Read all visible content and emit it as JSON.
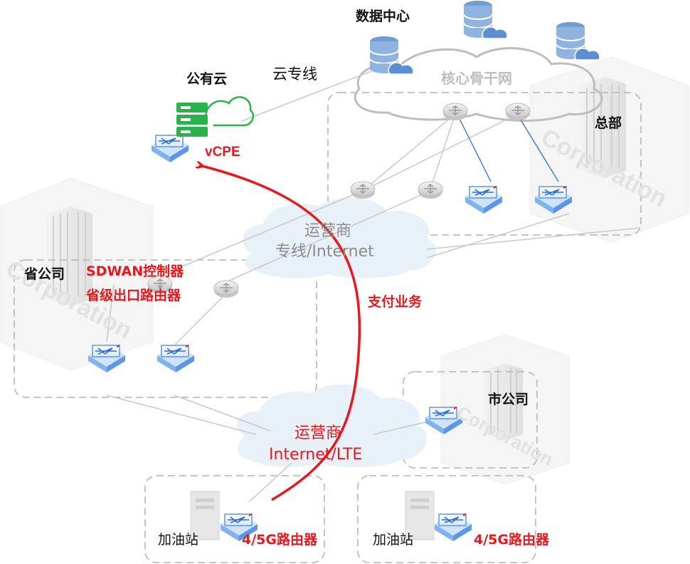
{
  "labels": {
    "data_center": "数据中心",
    "public_cloud": "公有云",
    "cloud_line": "云专线",
    "core_backbone": "核心骨干网",
    "hq": "总部",
    "vcpe": "vCPE",
    "carrier_line_1": "运营商",
    "carrier_line_2": "专线/Internet",
    "province_company": "省公司",
    "sdwan_controller": "SDWAN控制器",
    "province_router": "省级出口路由器",
    "payment_service": "支付业务",
    "city_company": "市公司",
    "carrier_lte_1": "运营商",
    "carrier_lte_2": "Internet/LTE",
    "gas_station_a": "加油站",
    "router_a": "4/5G路由器",
    "gas_station_b": "加油站",
    "router_b": "4/5G路由器",
    "corporation": "Corporation"
  },
  "icons": [
    "database-icon",
    "cloud-icon",
    "server-icon",
    "router-icon",
    "switch-icon",
    "building-icon"
  ],
  "colors": {
    "red": "#e8181e",
    "gray_text": "#8c8c8c",
    "blue_device": "#3b7de0",
    "green_cloud": "#2bb24c",
    "dashed_border": "#bdbdbd"
  }
}
